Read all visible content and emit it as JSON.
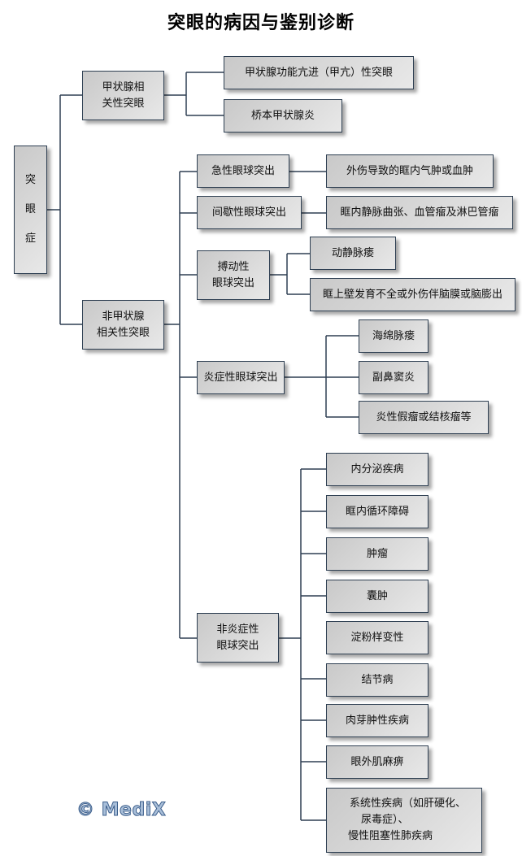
{
  "title": "突眼的病因与鉴别诊断",
  "root": {
    "chars": [
      "突",
      "眼",
      "症"
    ]
  },
  "branches": {
    "thyroid": {
      "label_lines": [
        "甲状腺相",
        "关性突眼"
      ],
      "children": [
        "甲状腺功能亢进（甲亢）性突眼",
        "桥本甲状腺炎"
      ]
    },
    "non_thyroid": {
      "label_lines": [
        "非甲状腺",
        "相关性突眼"
      ],
      "acute": {
        "label": "急性眼球突出",
        "children": [
          "外伤导致的眶内气肿或血肿"
        ]
      },
      "intermittent": {
        "label": "间歇性眼球突出",
        "children": [
          "眶内静脉曲张、血管瘤及淋巴管瘤"
        ]
      },
      "pulsating": {
        "label_lines": [
          "搏动性",
          "眼球突出"
        ],
        "children": [
          "动静脉瘘",
          "眶上壁发育不全或外伤伴脑膜或脑膨出"
        ]
      },
      "inflammatory": {
        "label": "炎症性眼球突出",
        "children": [
          "海绵脉瘘",
          "副鼻窦炎",
          "炎性假瘤或结核瘤等"
        ]
      },
      "non_inflammatory": {
        "label_lines": [
          "非炎症性",
          "眼球突出"
        ],
        "children": [
          "内分泌疾病",
          "眶内循环障碍",
          "肿瘤",
          "囊肿",
          "淀粉样变性",
          "结节病",
          "肉芽肿性疾病",
          "眼外肌麻痹"
        ],
        "last_child_lines": [
          "系统性疾病（如肝硬化、",
          "尿毒症）、",
          "慢性阻塞性肺疾病"
        ]
      }
    }
  },
  "watermark": "© MediX",
  "colors": {
    "line": "#2e3f52",
    "box_start": "#c9c9c9",
    "box_end": "#e8e8e8",
    "logo": "#a9bfd9"
  }
}
